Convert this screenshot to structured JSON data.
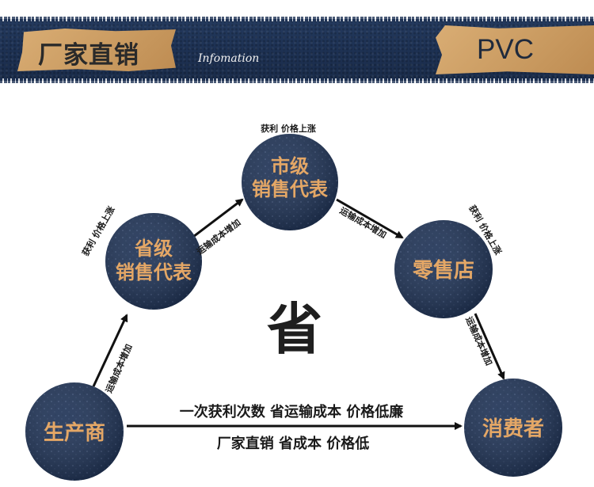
{
  "banner": {
    "left_title": "厂家直销",
    "script_text": "Infomation",
    "right_title": "PVC",
    "colors": {
      "navy": "#1d3153",
      "kraft": "#c99a60"
    }
  },
  "nodes": {
    "city": {
      "line1": "市级",
      "line2": "销售代表"
    },
    "province": {
      "line1": "省级",
      "line2": "销售代表"
    },
    "retail": {
      "line1": "零售店"
    },
    "producer": {
      "line1": "生产商"
    },
    "consumer": {
      "line1": "消费者"
    }
  },
  "edge_labels": {
    "profit_city": "获利 价格上涨",
    "profit_province": "获利 价格上涨",
    "profit_retail": "获利 价格上涨",
    "shipping_producer_province": "运输成本增加",
    "shipping_province_city": "运输成本增加",
    "shipping_city_retail": "运输成本增加",
    "shipping_retail_consumer": "运输成本增加"
  },
  "direct_route": {
    "top": "一次获利次数 省运输成本 价格低廉",
    "bottom": "厂家直销 省成本 价格低"
  },
  "center_char": "省",
  "colors": {
    "node_fill": "#1f3356",
    "node_text": "#e4a766",
    "arrow": "#111111"
  }
}
